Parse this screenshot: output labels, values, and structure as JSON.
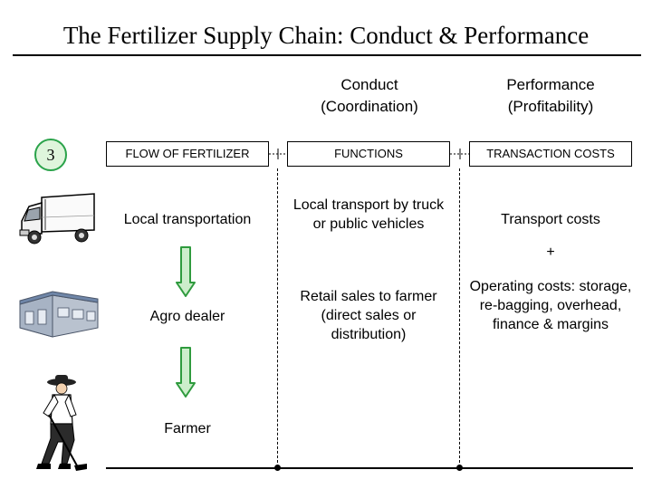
{
  "slide": {
    "title": "The Fertilizer Supply Chain: Conduct & Performance",
    "badge_number": "3",
    "column_headers": {
      "conduct_line1": "Conduct",
      "conduct_line2": "(Coordination)",
      "performance_line1": "Performance",
      "performance_line2": "(Profitability)"
    },
    "boxes": {
      "flow": "FLOW OF FERTILIZER",
      "functions": "FUNCTIONS",
      "transaction_costs": "TRANSACTION COSTS"
    },
    "flow": {
      "local_transportation": "Local transportation",
      "agro_dealer": "Agro dealer",
      "farmer": "Farmer"
    },
    "functions": {
      "local_transport": "Local transport by truck or public vehicles",
      "retail_sales": "Retail sales to farmer (direct sales or distribution)"
    },
    "costs": {
      "transport": "Transport costs",
      "plus": "+",
      "operating": "Operating costs: storage, re-bagging, overhead, finance & margins"
    },
    "icons": [
      "truck-icon",
      "shop-building-icon",
      "farmer-hoeing-icon",
      "down-arrow-icon"
    ],
    "colors": {
      "arrow_fill": "#cdeecb",
      "arrow_stroke": "#2f9b3e",
      "badge": "#2aa34a"
    }
  }
}
